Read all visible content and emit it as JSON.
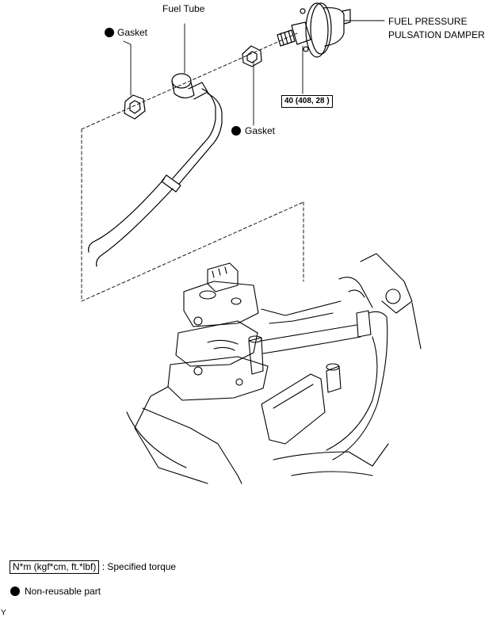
{
  "labels": {
    "fuel_tube": "Fuel Tube",
    "gasket_left": "Gasket",
    "gasket_right": "Gasket",
    "damper_line1": "FUEL PRESSURE",
    "damper_line2": "PULSATION DAMPER",
    "torque": "40 (408, 28 )"
  },
  "legend": {
    "torque_unit": "N*m (kgf*cm, ft.*lbf)",
    "torque_text": ": Specified torque",
    "nonreusable_text": "Non-reusable part"
  },
  "corner_mark": "Y"
}
